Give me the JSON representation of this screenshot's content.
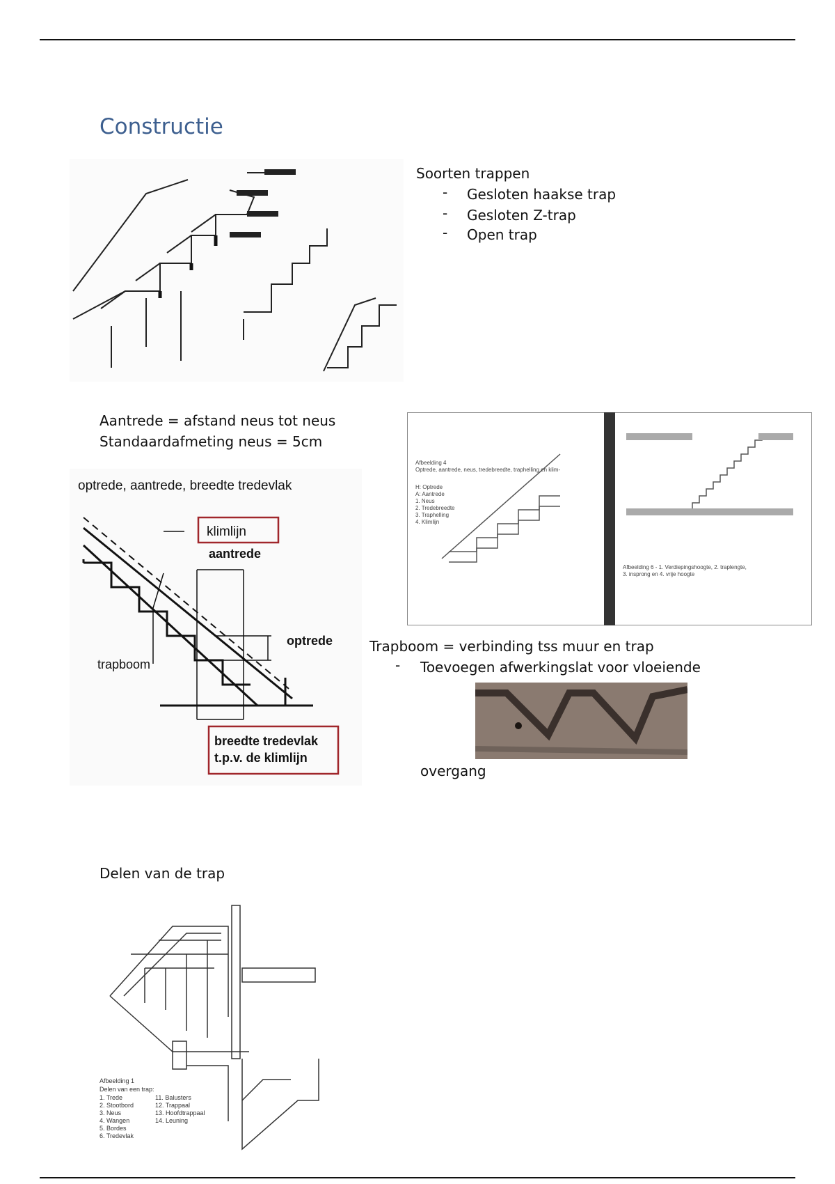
{
  "page": {
    "heading": "Constructie",
    "section_types": {
      "title": "Soorten trappen",
      "items": [
        "Gesloten haakse trap",
        "Gesloten Z-trap",
        "Open trap"
      ]
    },
    "section_aantrede": {
      "line1": "Aantrede = afstand neus tot neus",
      "line2": "Standaardafmeting neus = 5cm"
    },
    "diagram_aantrede": {
      "title": "optrede, aantrede, breedte tredevlak",
      "klimlijn": "klimlijn",
      "aantrede": "aantrede",
      "optrede": "optrede",
      "trapboom": "trapboom",
      "breedte_line1": "breedte tredevlak",
      "breedte_line2": "t.p.v. de klimlijn"
    },
    "section_trapboom": {
      "line": "Trapboom = verbinding tss muur en trap",
      "item": "Toevoegen afwerkingslat voor vloeiende",
      "continuation": "overgang"
    },
    "section_delen": {
      "title": "Delen van de trap"
    },
    "dash_glyph": "-"
  }
}
